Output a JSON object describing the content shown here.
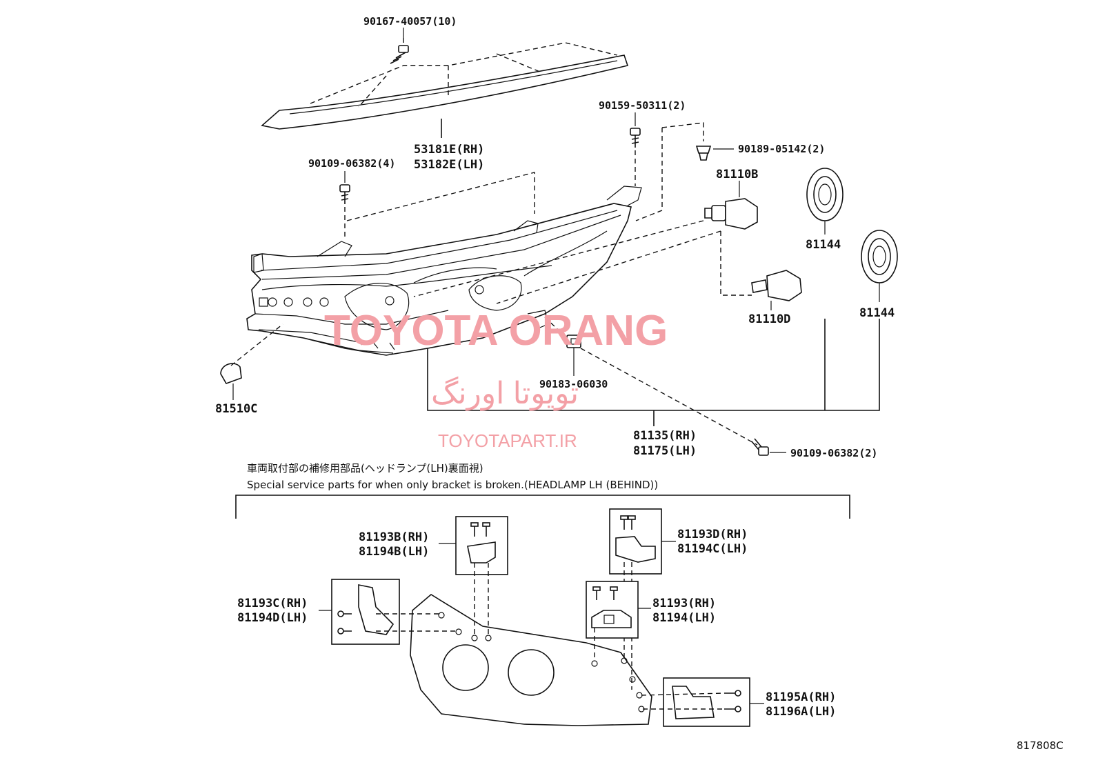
{
  "parts": {
    "screw_top": "90167-40057(10)",
    "garnish_rh": "53181E(RH)",
    "garnish_lh": "53182E(LH)",
    "screw_left": "90109-06382(4)",
    "screw_mid": "90159-50311(2)",
    "clip_right": "90189-05142(2)",
    "bulb_b": "81110B",
    "bulb_d": "81110D",
    "cover_a": "81144",
    "cover_b": "81144",
    "nut": "90183-06030",
    "bulb_c": "81510C",
    "lamp_rh": "81135(RH)",
    "lamp_lh": "81175(LH)",
    "screw_bottom": "90109-06382(2)"
  },
  "note": {
    "japanese": "車両取付部の補修用部品(ヘッドランプ(LH)裏面視)",
    "english": "Special service parts for when only bracket is broken.(HEADLAMP LH (BEHIND))"
  },
  "brackets": {
    "b1_rh": "81193B(RH)",
    "b1_lh": "81194B(LH)",
    "b2_rh": "81193D(RH)",
    "b2_lh": "81194C(LH)",
    "b3_rh": "81193C(RH)",
    "b3_lh": "81194D(LH)",
    "b4_rh": "81193(RH)",
    "b4_lh": "81194(LH)",
    "b5_rh": "81195A(RH)",
    "b5_lh": "81196A(LH)"
  },
  "watermark": {
    "main": "TOYOTA ORANG",
    "persian": "تویوتا اورنگ",
    "url": "TOYOTAPART.IR"
  },
  "diagram_id": "817808C"
}
